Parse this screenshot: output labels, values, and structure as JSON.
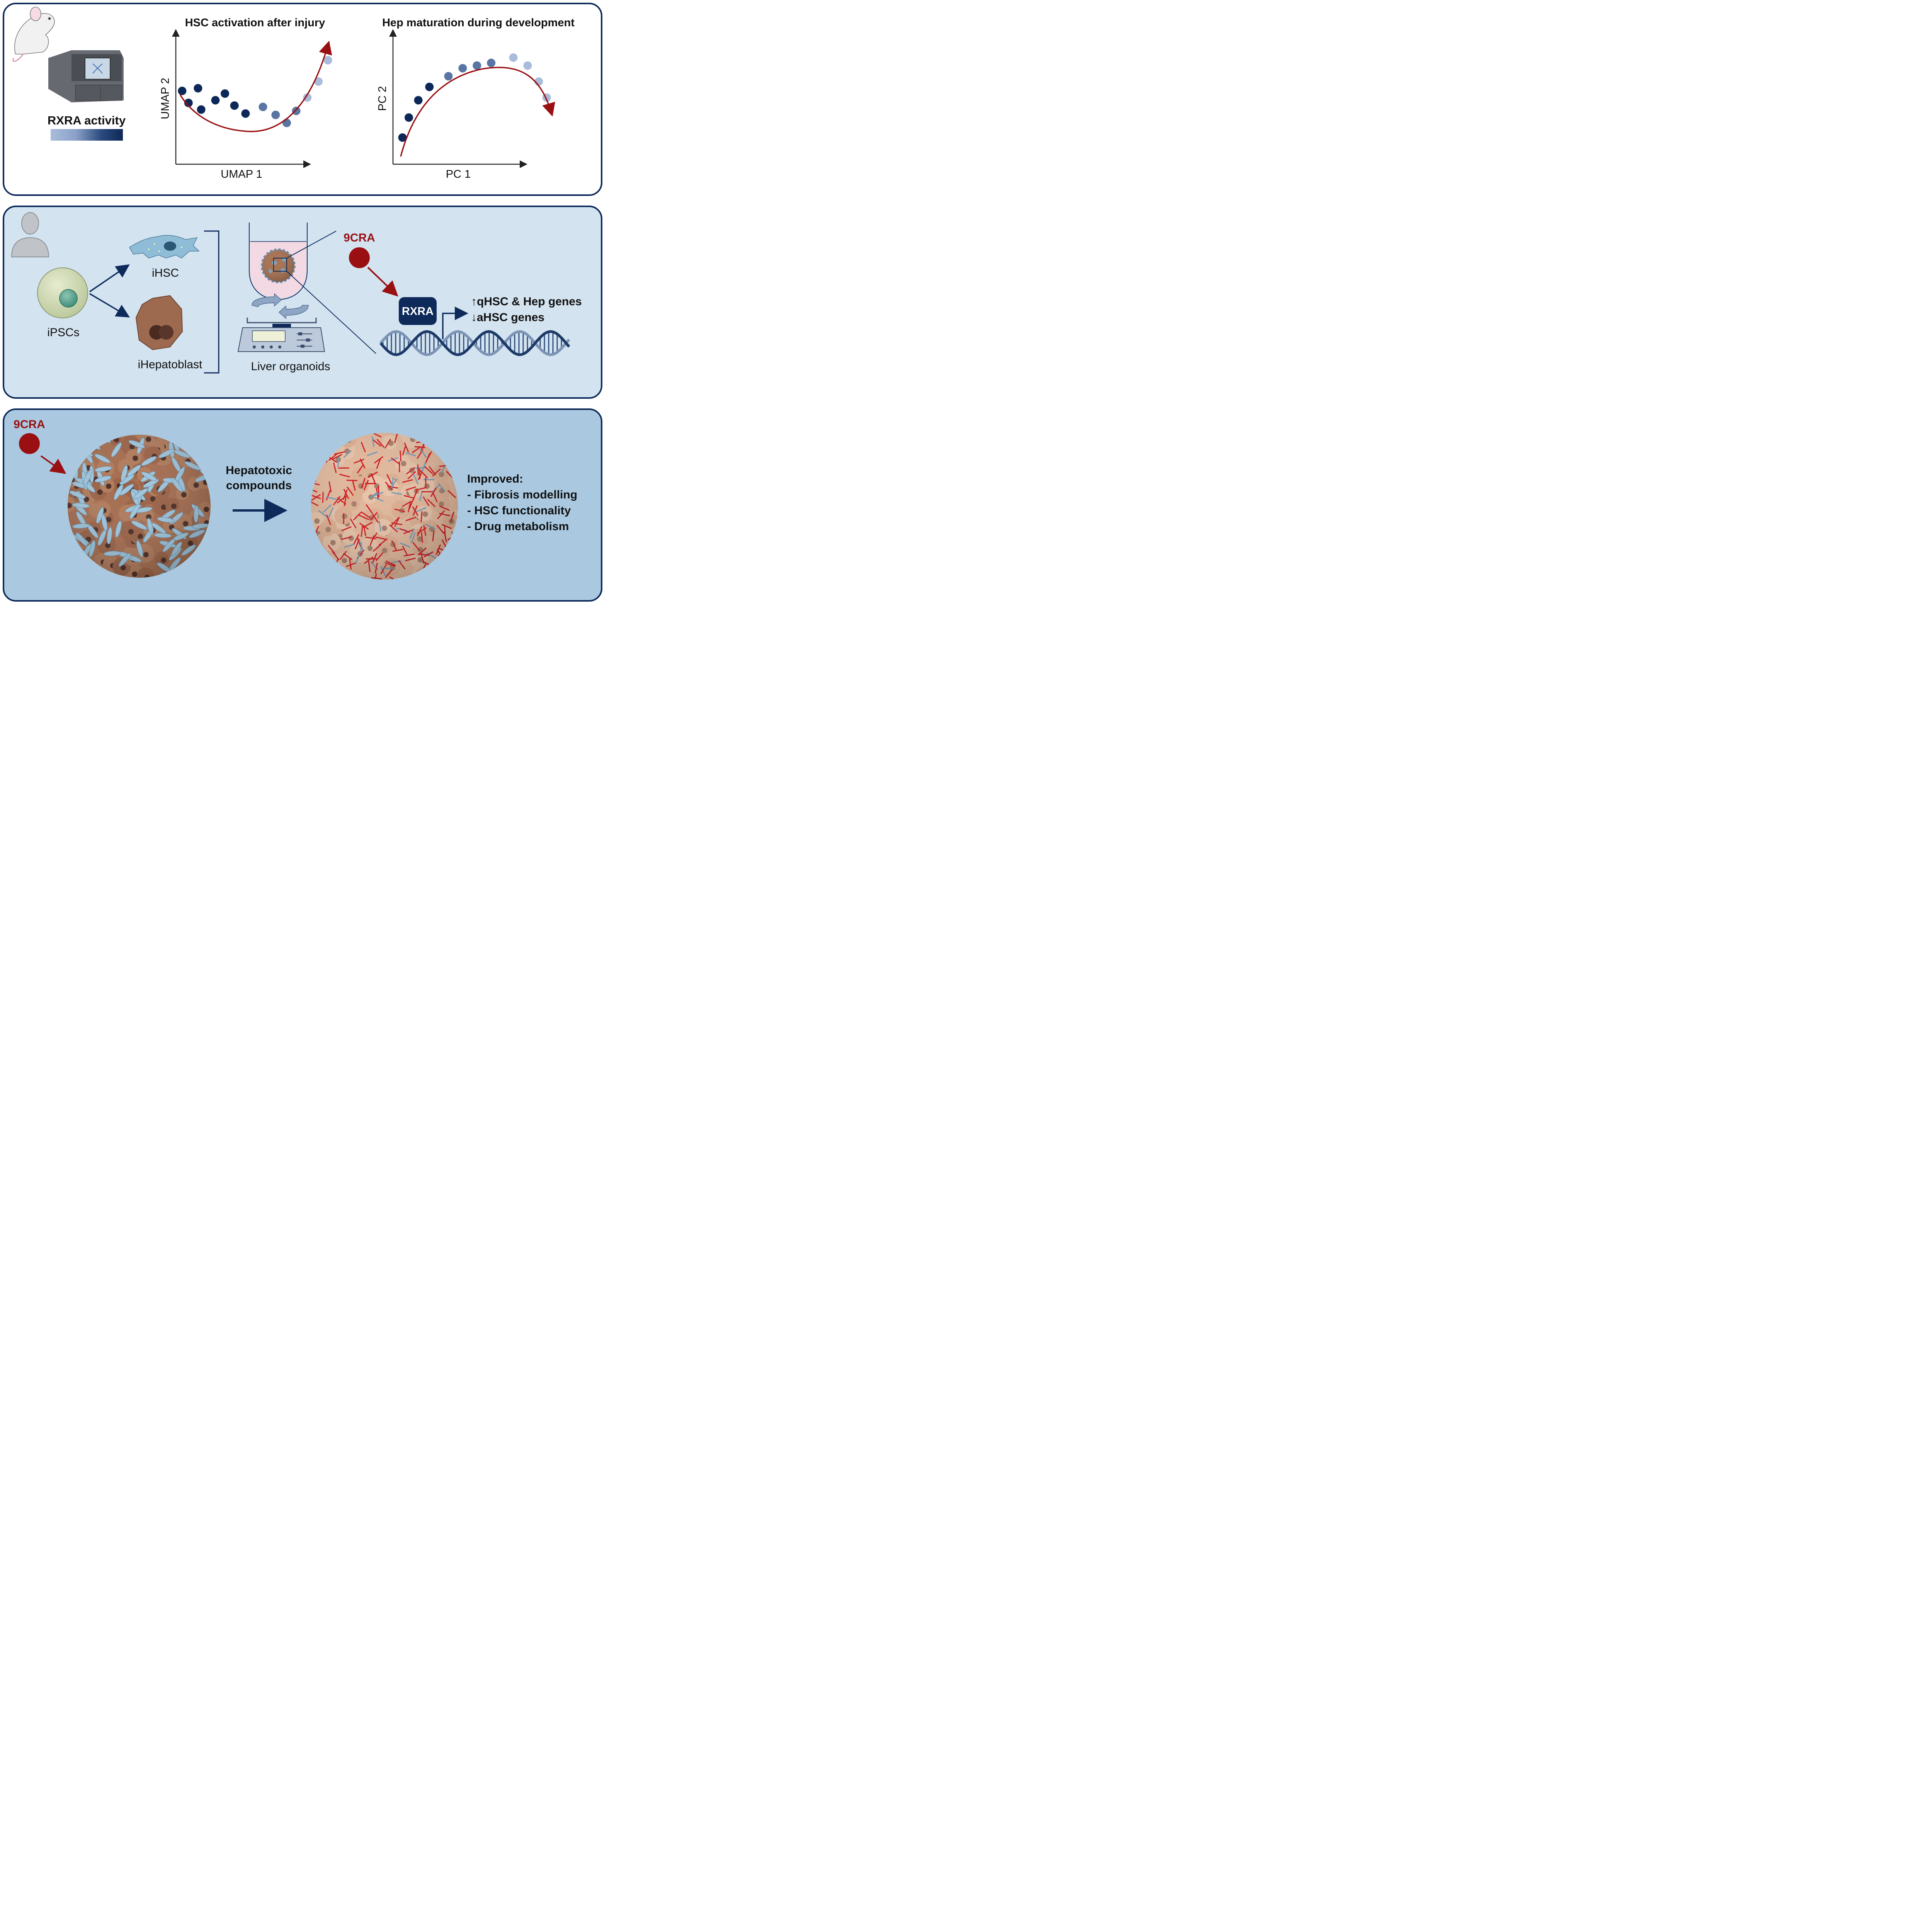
{
  "colors": {
    "navy": "#0d2a5a",
    "dark_red": "#9a1012",
    "panel2_bg": "#d3e3f0",
    "panel3_bg": "#aac9e1",
    "dot_dark": "#0c2858",
    "dot_mid": "#5975a4",
    "dot_light": "#a9bcdb"
  },
  "panel1": {
    "legend_label": "RXRA activity",
    "icons": [
      "mouse-icon",
      "sequencer-icon"
    ],
    "chart_left": {
      "title": "HSC activation after injury",
      "xlabel": "UMAP 1",
      "ylabel": "UMAP 2"
    },
    "chart_right": {
      "title": "Hep maturation during development",
      "xlabel": "PC 1",
      "ylabel": "PC 2"
    }
  },
  "panel2": {
    "ipsc_label": "iPSCs",
    "ihsc_label": "iHSC",
    "ihepatoblast_label": "iHepatoblast",
    "organoid_label": "Liver organoids",
    "compound_label": "9CRA",
    "rxra_label": "RXRA",
    "effect_up": "↑qHSC & Hep genes",
    "effect_down": "↓aHSC genes",
    "icons": [
      "human-silhouette-icon",
      "rotation-arrows-icon",
      "orbital-shaker-icon",
      "dna-helix-icon"
    ]
  },
  "panel3": {
    "compound_label": "9CRA",
    "arrow_label_line1": "Hepatotoxic",
    "arrow_label_line2": "compounds",
    "result_title": "Improved:",
    "result_items": [
      "- Fibrosis modelling",
      "- HSC functionality",
      "- Drug metabolism"
    ]
  },
  "chart_data": [
    {
      "type": "scatter",
      "title": "HSC activation after injury",
      "xlabel": "UMAP 1",
      "ylabel": "UMAP 2",
      "series": [
        {
          "values": [
            [
              0.04,
              0.55
            ],
            [
              0.14,
              0.57
            ],
            [
              0.08,
              0.46
            ],
            [
              0.16,
              0.41
            ],
            [
              0.25,
              0.48
            ],
            [
              0.31,
              0.53
            ],
            [
              0.37,
              0.44
            ],
            [
              0.44,
              0.38
            ]
          ]
        },
        {
          "values": [
            [
              0.55,
              0.43
            ],
            [
              0.63,
              0.37
            ],
            [
              0.7,
              0.31
            ],
            [
              0.76,
              0.4
            ]
          ]
        },
        {
          "values": [
            [
              0.83,
              0.5
            ],
            [
              0.9,
              0.62
            ],
            [
              0.96,
              0.78
            ]
          ]
        }
      ]
    },
    {
      "type": "scatter",
      "title": "Hep maturation during development",
      "xlabel": "PC 1",
      "ylabel": "PC 2",
      "series": [
        {
          "values": [
            [
              0.06,
              0.2
            ],
            [
              0.1,
              0.35
            ],
            [
              0.16,
              0.48
            ],
            [
              0.23,
              0.58
            ]
          ]
        },
        {
          "values": [
            [
              0.35,
              0.66
            ],
            [
              0.44,
              0.72
            ],
            [
              0.53,
              0.74
            ],
            [
              0.62,
              0.76
            ]
          ]
        },
        {
          "values": [
            [
              0.76,
              0.8
            ],
            [
              0.85,
              0.74
            ],
            [
              0.92,
              0.62
            ],
            [
              0.97,
              0.5
            ]
          ]
        }
      ]
    }
  ]
}
